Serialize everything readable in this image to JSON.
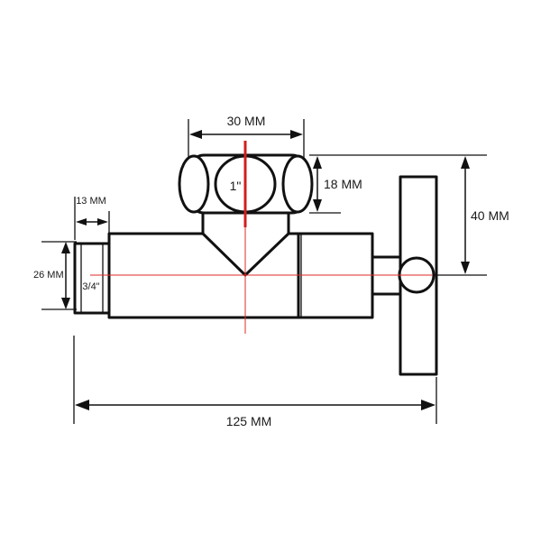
{
  "labels": {
    "top_width": "30 MM",
    "cap_height": "18 MM",
    "handle_height": "40 MM",
    "thread_length": "13 MM",
    "thread_diameter": "26 MM",
    "total_length": "125 MM",
    "outlet_size": "1\"",
    "inlet_size": "3/4\""
  },
  "colors": {
    "outline": "#111111",
    "centerline": "#e02a2a",
    "background": "#ffffff"
  }
}
